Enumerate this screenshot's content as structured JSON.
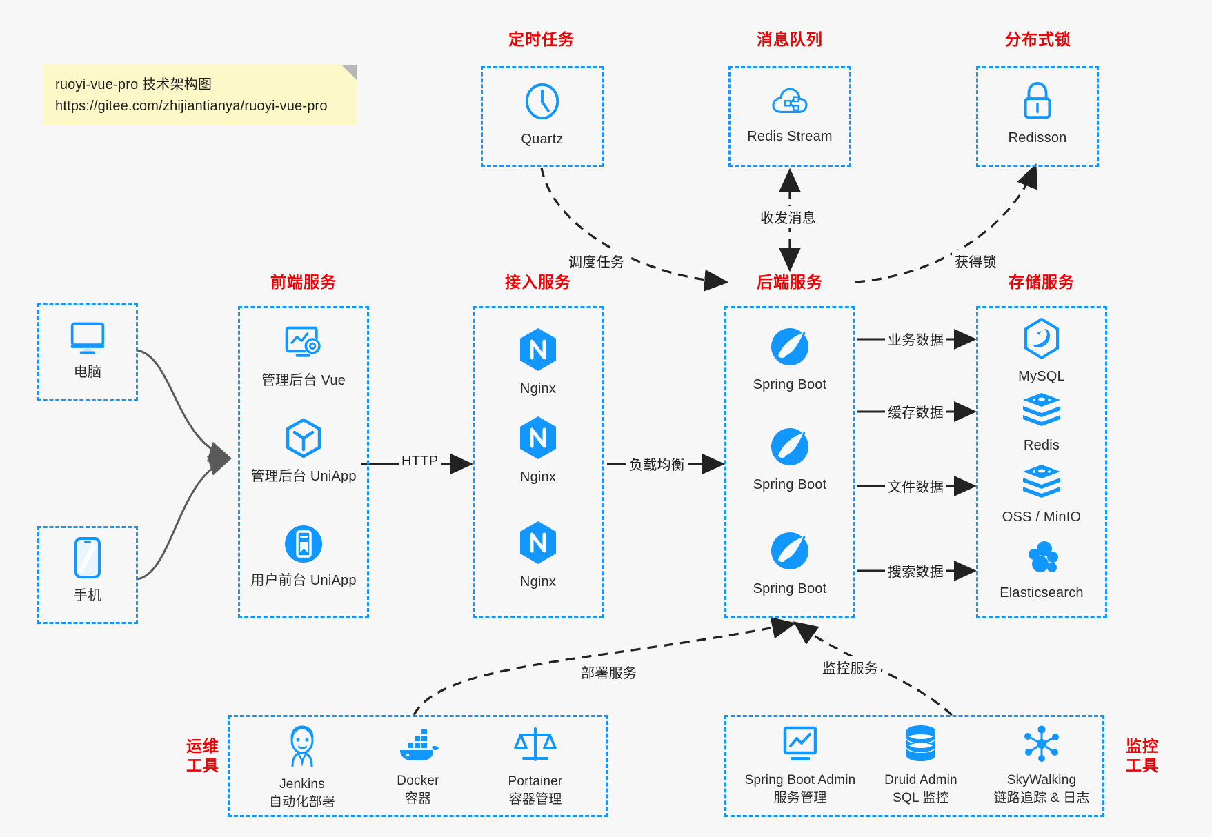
{
  "note": {
    "line1": "ruoyi-vue-pro 技术架构图",
    "line2": "https://gitee.com/zhijiantianya/ruoyi-vue-pro"
  },
  "colors": {
    "accent_blue": "#1296ff",
    "title_red": "#f00000",
    "edge_gray": "#5a5a5a",
    "edge_black": "#222222",
    "note_yellow": "#fcf8c8",
    "background": "#f7f7f7"
  },
  "groups": {
    "scheduler": {
      "title": "定时任务"
    },
    "mq": {
      "title": "消息队列"
    },
    "lock": {
      "title": "分布式锁"
    },
    "frontend": {
      "title": "前端服务"
    },
    "gateway": {
      "title": "接入服务"
    },
    "backend": {
      "title": "后端服务"
    },
    "storage": {
      "title": "存储服务"
    },
    "devops": {
      "title": "运维\n工具"
    },
    "monitor": {
      "title": "监控\n工具"
    }
  },
  "nodes": {
    "quartz": {
      "label": "Quartz",
      "icon": "clock-icon"
    },
    "redis_stream": {
      "label": "Redis Stream",
      "icon": "cloud-network-icon"
    },
    "redisson": {
      "label": "Redisson",
      "icon": "lock-icon"
    },
    "pc": {
      "label": "电脑",
      "icon": "desktop-monitor-icon"
    },
    "phone": {
      "label": "手机",
      "icon": "mobile-phone-icon"
    },
    "admin_vue": {
      "label": "管理后台 Vue",
      "icon": "dashboard-gear-icon"
    },
    "admin_uniapp": {
      "label": "管理后台 UniApp",
      "icon": "uniapp-cube-icon"
    },
    "user_uniapp": {
      "label": "用户前台 UniApp",
      "icon": "app-circle-icon"
    },
    "nginx1": {
      "label": "Nginx",
      "icon": "nginx-icon"
    },
    "nginx2": {
      "label": "Nginx",
      "icon": "nginx-icon"
    },
    "nginx3": {
      "label": "Nginx",
      "icon": "nginx-icon"
    },
    "spring1": {
      "label": "Spring Boot",
      "icon": "spring-boot-icon"
    },
    "spring2": {
      "label": "Spring Boot",
      "icon": "spring-boot-icon"
    },
    "spring3": {
      "label": "Spring Boot",
      "icon": "spring-boot-icon"
    },
    "mysql": {
      "label": "MySQL",
      "icon": "mysql-dolphin-icon"
    },
    "redis": {
      "label": "Redis",
      "icon": "redis-stack-icon"
    },
    "oss": {
      "label": "OSS / MinIO",
      "icon": "redis-stack-icon"
    },
    "elasticsearch": {
      "label": "Elasticsearch",
      "icon": "elasticsearch-icon"
    },
    "jenkins": {
      "label": "Jenkins\n自动化部署",
      "icon": "jenkins-butler-icon"
    },
    "docker": {
      "label": "Docker\n容器",
      "icon": "docker-whale-icon"
    },
    "portainer": {
      "label": "Portainer\n容器管理",
      "icon": "portainer-scale-icon"
    },
    "sba": {
      "label": "Spring Boot Admin\n服务管理",
      "icon": "monitor-chart-icon"
    },
    "druid": {
      "label": "Druid Admin\nSQL 监控",
      "icon": "database-cylinder-icon"
    },
    "skywalking": {
      "label": "SkyWalking\n链路追踪 & 日志",
      "icon": "skywalking-node-icon"
    }
  },
  "edges": {
    "http": "HTTP",
    "load_balance": "负载均衡",
    "schedule_task": "调度任务",
    "send_receive_message": "收发消息",
    "acquire_lock": "获得锁",
    "business_data": "业务数据",
    "cache_data": "缓存数据",
    "file_data": "文件数据",
    "search_data": "搜索数据",
    "deploy_service": "部署服务",
    "monitor_service": "监控服务"
  }
}
